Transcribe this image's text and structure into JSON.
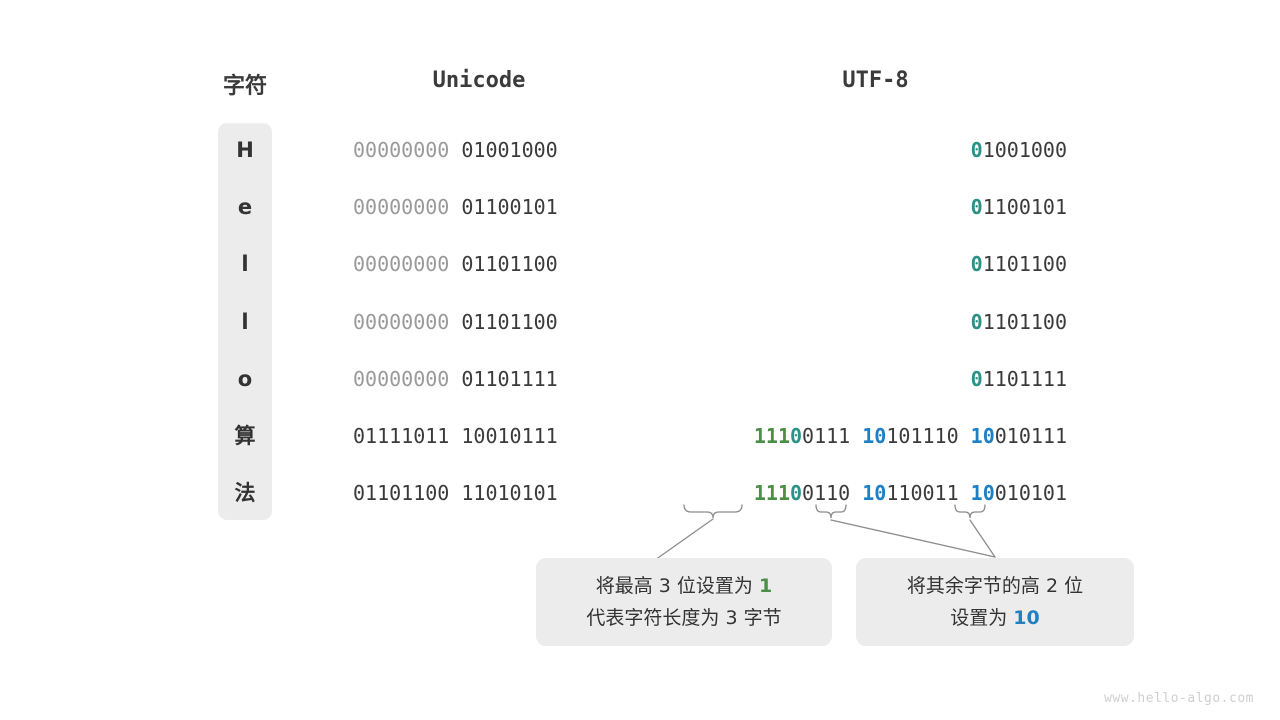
{
  "header": {
    "char_label": "字符",
    "unicode_label": "Unicode",
    "utf8_label": "UTF-8"
  },
  "rows": [
    {
      "char": "H",
      "unicode": [
        {
          "t": "00000000 ",
          "c": "dim"
        },
        {
          "t": "01001000",
          "c": "dark"
        }
      ],
      "utf8": [
        {
          "t": "0",
          "c": "teal"
        },
        {
          "t": "1001000",
          "c": "dark"
        }
      ]
    },
    {
      "char": "e",
      "unicode": [
        {
          "t": "00000000 ",
          "c": "dim"
        },
        {
          "t": "01100101",
          "c": "dark"
        }
      ],
      "utf8": [
        {
          "t": "0",
          "c": "teal"
        },
        {
          "t": "1100101",
          "c": "dark"
        }
      ]
    },
    {
      "char": "l",
      "unicode": [
        {
          "t": "00000000 ",
          "c": "dim"
        },
        {
          "t": "01101100",
          "c": "dark"
        }
      ],
      "utf8": [
        {
          "t": "0",
          "c": "teal"
        },
        {
          "t": "1101100",
          "c": "dark"
        }
      ]
    },
    {
      "char": "l",
      "unicode": [
        {
          "t": "00000000 ",
          "c": "dim"
        },
        {
          "t": "01101100",
          "c": "dark"
        }
      ],
      "utf8": [
        {
          "t": "0",
          "c": "teal"
        },
        {
          "t": "1101100",
          "c": "dark"
        }
      ]
    },
    {
      "char": "o",
      "unicode": [
        {
          "t": "00000000 ",
          "c": "dim"
        },
        {
          "t": "01101111",
          "c": "dark"
        }
      ],
      "utf8": [
        {
          "t": "0",
          "c": "teal"
        },
        {
          "t": "1101111",
          "c": "dark"
        }
      ]
    },
    {
      "char": "算",
      "unicode": [
        {
          "t": "01111011 10010111",
          "c": "dark"
        }
      ],
      "utf8": [
        {
          "t": "111",
          "c": "green"
        },
        {
          "t": "0",
          "c": "teal"
        },
        {
          "t": "0111 ",
          "c": "dark"
        },
        {
          "t": "10",
          "c": "blue"
        },
        {
          "t": "101110 ",
          "c": "dark"
        },
        {
          "t": "10",
          "c": "blue"
        },
        {
          "t": "010111",
          "c": "dark"
        }
      ]
    },
    {
      "char": "法",
      "unicode": [
        {
          "t": "01101100 11010101",
          "c": "dark"
        }
      ],
      "utf8": [
        {
          "t": "111",
          "c": "green"
        },
        {
          "t": "0",
          "c": "teal"
        },
        {
          "t": "0110 ",
          "c": "dark"
        },
        {
          "t": "10",
          "c": "blue"
        },
        {
          "t": "110011 ",
          "c": "dark"
        },
        {
          "t": "10",
          "c": "blue"
        },
        {
          "t": "010101",
          "c": "dark"
        }
      ]
    }
  ],
  "callouts": {
    "left": {
      "line1_prefix": "将最高 3 位设置为 ",
      "line1_value": "1",
      "line1_value_color": "green",
      "line2": "代表字符长度为 3 字节"
    },
    "right": {
      "line1": "将其余字节的高 2 位",
      "line2_prefix": "设置为 ",
      "line2_value": "10",
      "line2_value_color": "blue"
    }
  },
  "watermark": "www.hello-algo.com",
  "colors": {
    "teal": "#2b9287",
    "green": "#4a8f45",
    "blue": "#1f80c4",
    "dark": "#3b3b3b",
    "dim": "#9a9a9a",
    "panel": "#ececec",
    "background": "#ffffff"
  }
}
